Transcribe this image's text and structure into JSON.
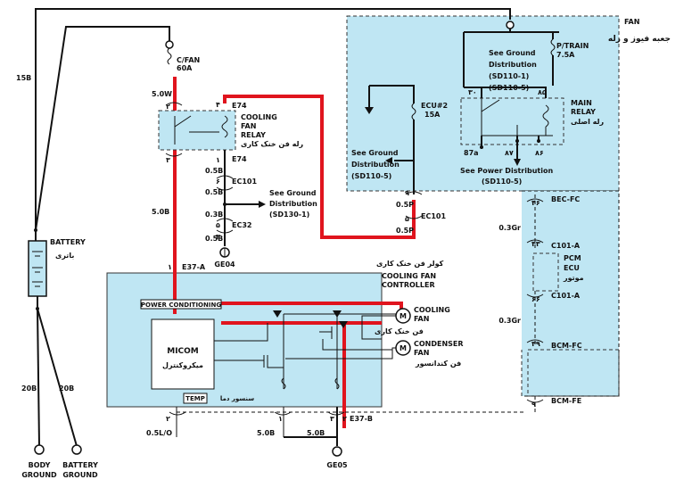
{
  "title": {
    "code": "FAN",
    "fa": "جعبه فیوز و رله"
  },
  "fuses": {
    "cfan": {
      "name": "C/FAN",
      "rating": "60A"
    },
    "ptrain": {
      "name": "P/TRAIN",
      "rating": "7.5A"
    },
    "ecu2": {
      "name": "ECU#2",
      "rating": "15A"
    }
  },
  "wires": {
    "w15b": "15B",
    "w5w": "5.0W",
    "w05b_a": "0.5B",
    "w05b_b": "0.5B",
    "w03b": "0.3B",
    "w05b_c": "0.5B",
    "w50b": "5.0B",
    "w05p_a": "0.5P",
    "w05p_b": "0.5P",
    "w03gr_a": "0.3Gr",
    "w03gr_b": "0.3Gr",
    "w20b_a": "20B",
    "w20b_b": "20B",
    "w05lo": "0.5L/O",
    "w50b_b": "5.0B",
    "w50b_c": "5.0B"
  },
  "connectors": {
    "e74_top": "E74",
    "e74_bot": "E74",
    "ec101": "EC101",
    "ec101_b": "EC101",
    "ec32": "EC32",
    "ge04": "GE04",
    "e37a": "E37-A",
    "e37b": "E37-B",
    "ge05": "GE05",
    "becfc": "BEC-FC",
    "c101a": "C101-A",
    "c101a_b": "C101-A",
    "bcmfc": "BCM-FC",
    "bcmfe": "BCM-FE"
  },
  "pins": {
    "p2": "۲",
    "p4": "۴",
    "p3": "۳",
    "p1": "۱",
    "p6": "۶",
    "p5": "۵",
    "p9": "۹",
    "p30": "۳۰",
    "p85": "۸۵",
    "p87": "۸۷",
    "p86": "۸۶",
    "p87a": "87a",
    "p46": "۴۶",
    "p43": "۴۳",
    "p66": "۶۶",
    "p39": "۳۹",
    "p9b": "۹",
    "p1b": "۱",
    "p2b": "۲",
    "p3b": "۳",
    "p5b": "۵",
    "p3c": "۳",
    "p2c": "۲",
    "p1c": "۱"
  },
  "relay": {
    "name1": "COOLING",
    "name2": "FAN",
    "name3": "RELAY",
    "fa": "رله فن خنک کاری"
  },
  "main_relay": {
    "name1": "MAIN",
    "name2": "RELAY",
    "fa": "رله اصلی"
  },
  "ground_refs": {
    "sd110": {
      "line1": "See Ground",
      "line2": "Distribution",
      "line3": "(SD110-1)",
      "line4": "(SD110-5)"
    },
    "sd110_left": {
      "line1": "See Ground",
      "line2": "Distribution",
      "line3": "(SD110-5)"
    },
    "sd130": {
      "line1": "See Ground",
      "line2": "Distribution",
      "line3": "(SD130-1)"
    },
    "power": {
      "line1": "See Power Distribution",
      "line2": "(SD110-5)"
    }
  },
  "battery": {
    "name": "BATTERY",
    "fa": "باتری"
  },
  "pcm": {
    "line1": "PCM",
    "line2": "ECU",
    "fa": "موتور"
  },
  "controller": {
    "fa": "کولر فن خنک کاری",
    "line1": "COOLING FAN",
    "line2": "CONTROLLER"
  },
  "micom": {
    "name": "MICOM",
    "fa": "میکروکنترل"
  },
  "power_cond": "POWER CONDITIONING",
  "temp": {
    "name": "TEMP",
    "fa": "سنسور دما"
  },
  "cooling_fan": {
    "name1": "COOLING",
    "name2": "FAN",
    "fa": "فن خنک کاری"
  },
  "condenser_fan": {
    "name1": "CONDENSER",
    "name2": "FAN",
    "fa": "فن کندانسور"
  },
  "grounds": {
    "body1": "BODY",
    "body2": "GROUND",
    "batt1": "BATTERY",
    "batt2": "GROUND"
  },
  "motor_symbol": "M"
}
